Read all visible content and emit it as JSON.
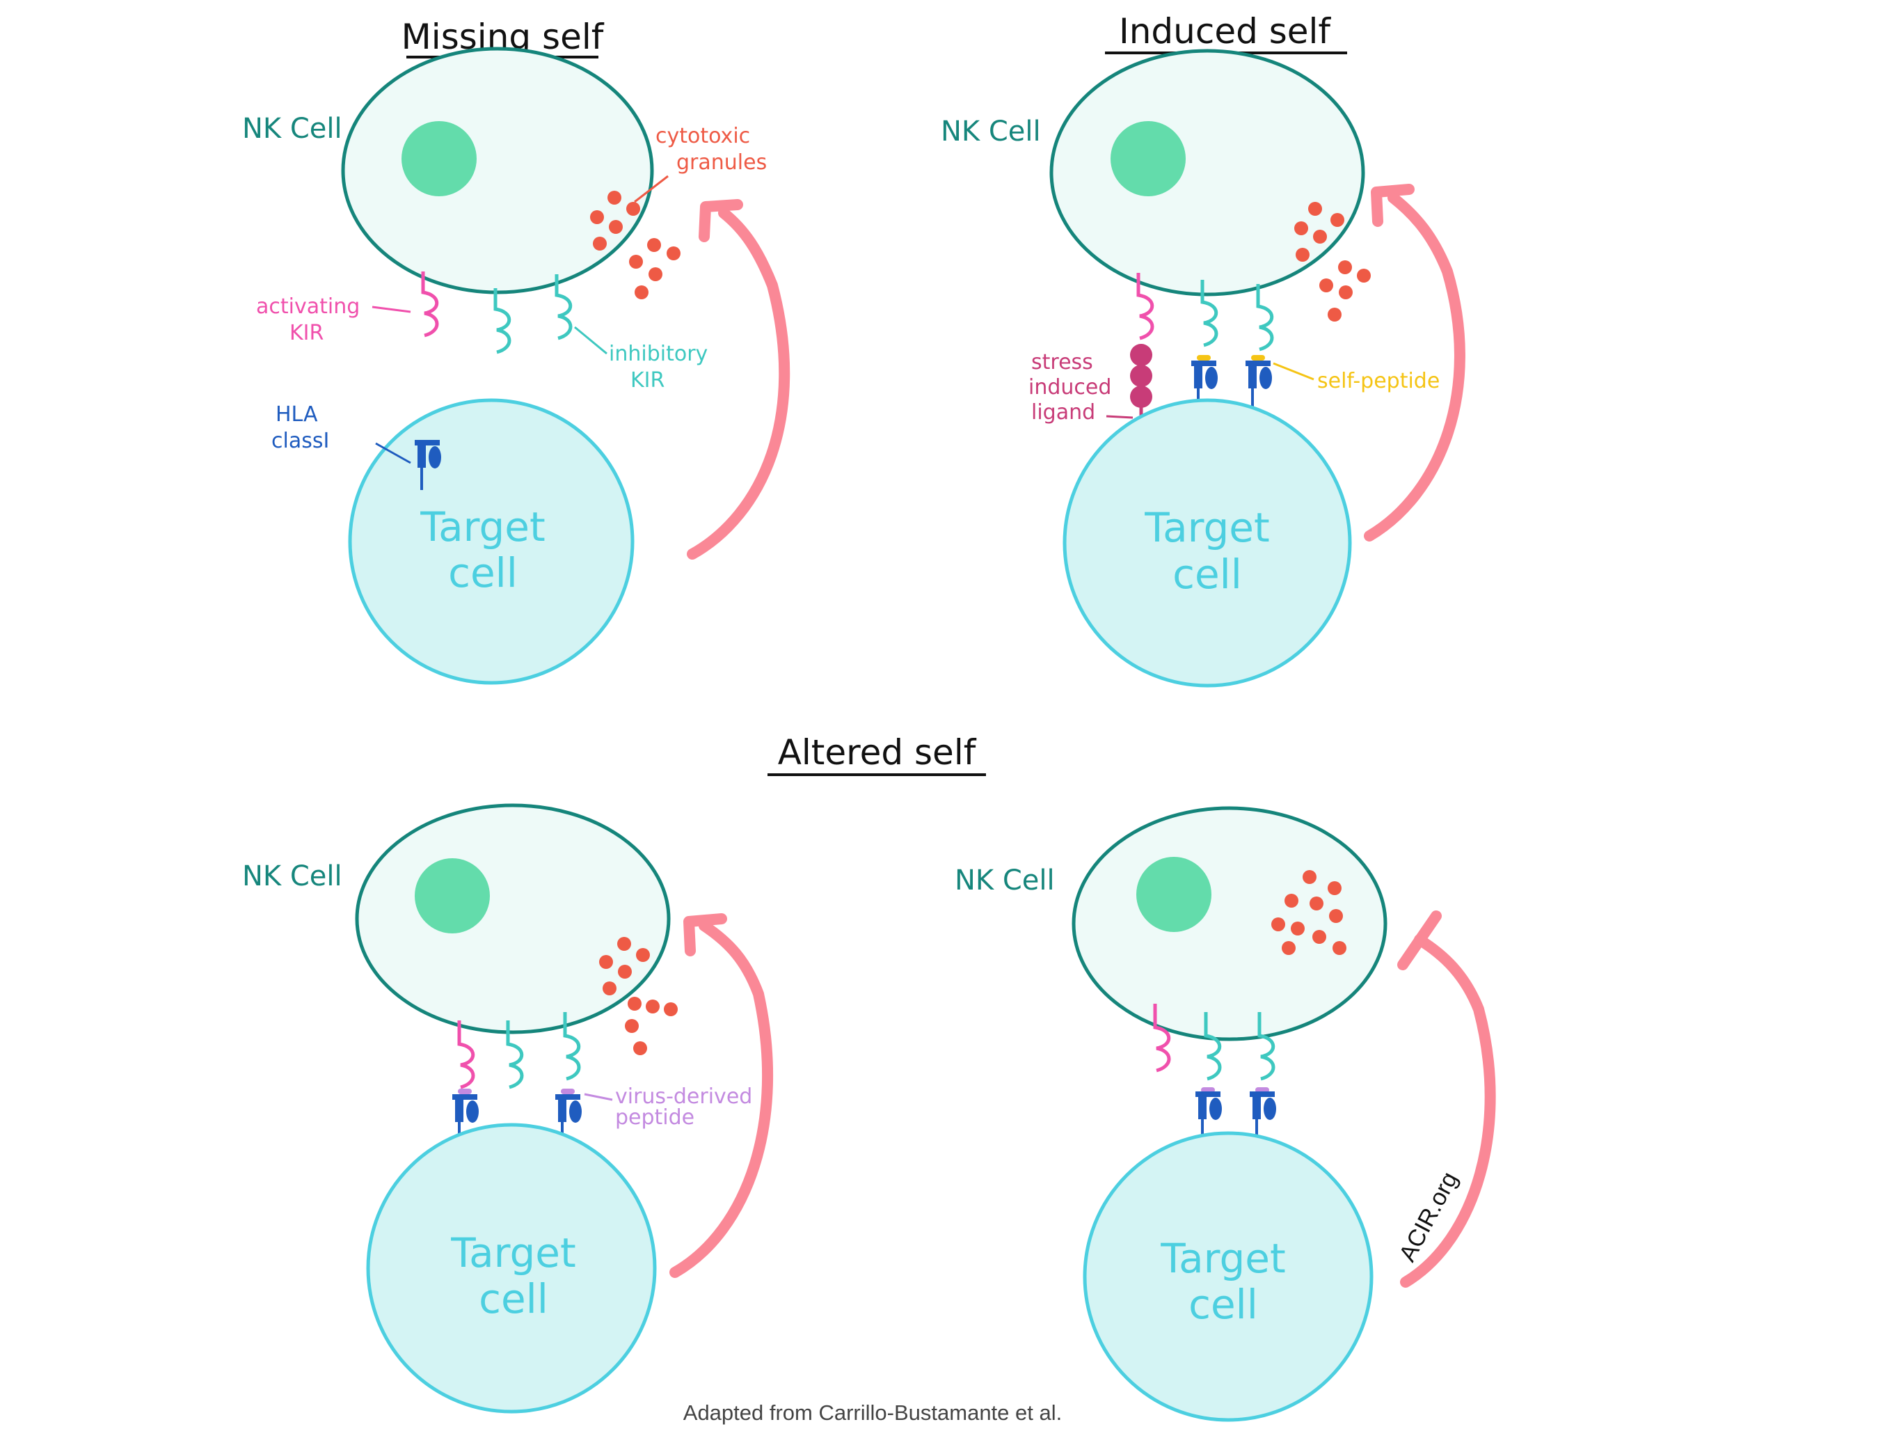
{
  "panels": {
    "missing_self": {
      "title": "Missing self",
      "nk_label": "NK Cell",
      "target_line1": "Target",
      "target_line2": "cell",
      "granules_line1": "cytotoxic",
      "granules_line2": "granules",
      "activating_line1": "activating",
      "activating_line2": "KIR",
      "inhibitory_line1": "inhibitory",
      "inhibitory_line2": "KIR",
      "hla_line1": "HLA",
      "hla_line2": "classI"
    },
    "induced_self": {
      "title": "Induced self",
      "nk_label": "NK Cell",
      "target_line1": "Target",
      "target_line2": "cell",
      "stress_line1": "stress",
      "stress_line2": "induced",
      "stress_line3": "ligand",
      "self_peptide": "self-peptide"
    },
    "altered_self": {
      "title": "Altered self",
      "nk_label_left": "NK Cell",
      "nk_label_right": "NK Cell",
      "target_line1": "Target",
      "target_line2": "cell",
      "virus_line1": "virus-derived",
      "virus_line2": "peptide"
    }
  },
  "watermark": "ACIR.org",
  "credit": "Adapted from Carrillo-Bustamante et al.",
  "colors": {
    "nk_fill": "#eefaf8",
    "nk_stroke": "#15857b",
    "nucleus": "#63dcab",
    "target_fill": "#d4f4f4",
    "target_stroke": "#4ccfe0",
    "granule": "#ee5a45",
    "arrow": "#fa8896",
    "activating_receptor": "#f050ac",
    "inhibitory_receptor": "#3ec8c0",
    "hla": "#1f5cbf",
    "stress_ligand": "#c83c78",
    "self_peptide": "#f5c415",
    "virus_peptide": "#c38ae0",
    "hla_label": "#1f5cbf"
  },
  "icons": [
    "nk-cell-icon",
    "target-cell-icon",
    "granule-icon",
    "hla-class-i-icon",
    "receptor-icon",
    "arrow-icon"
  ]
}
